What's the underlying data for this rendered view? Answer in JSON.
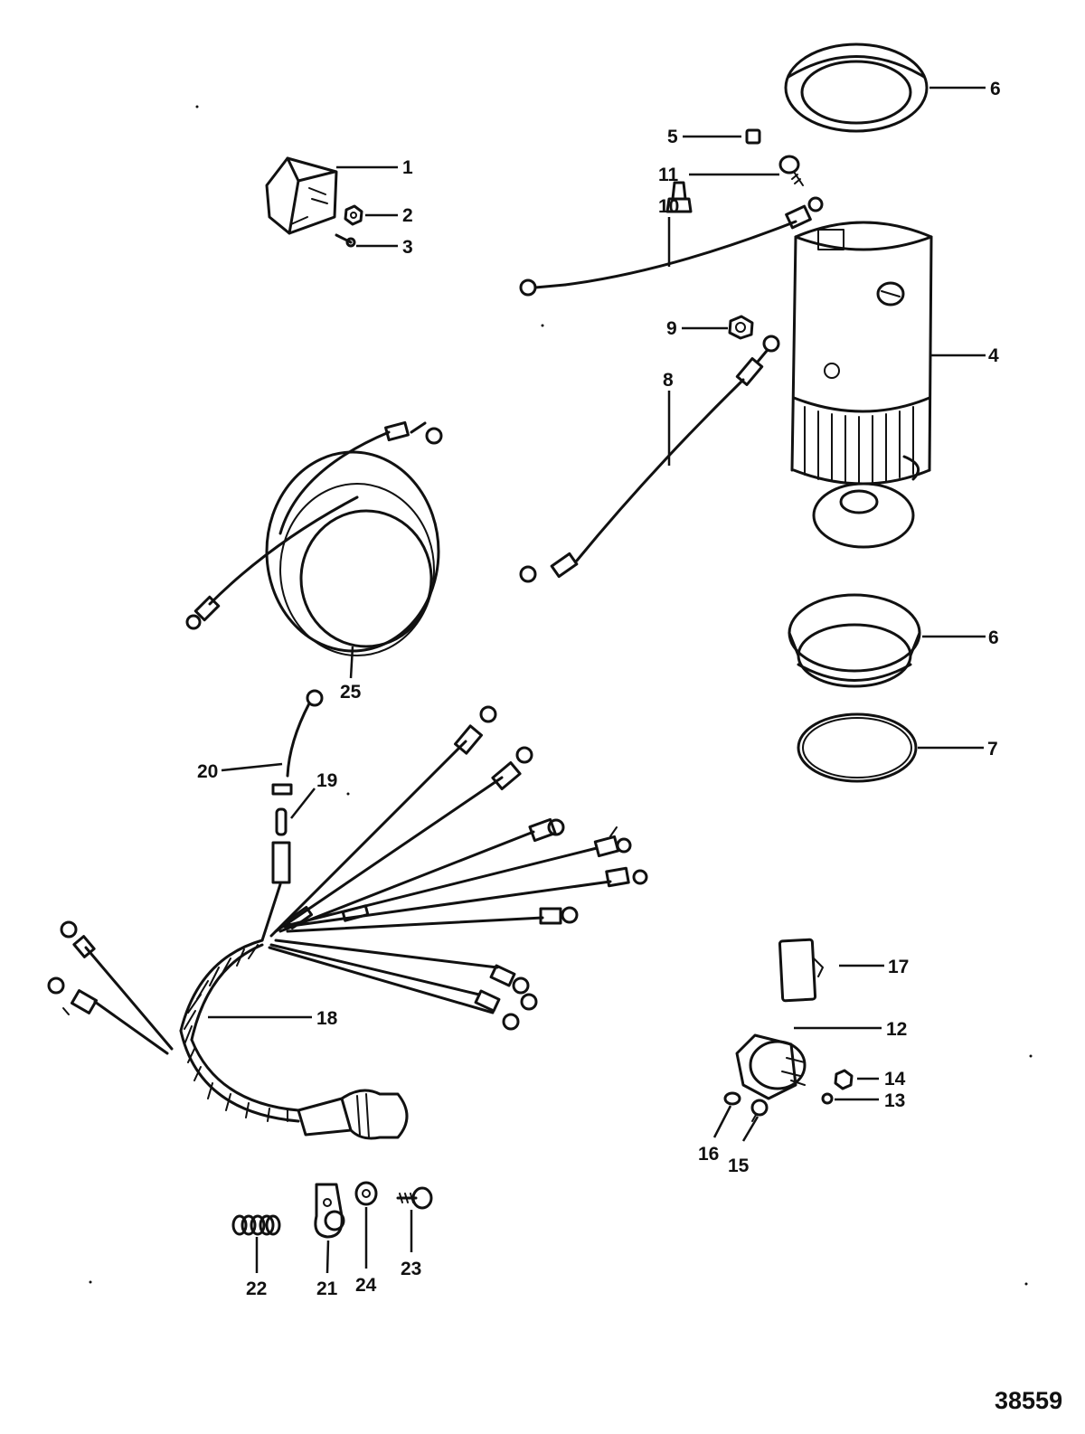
{
  "figure_number": "38559",
  "callouts": {
    "c1": "1",
    "c2": "2",
    "c3": "3",
    "c4": "4",
    "c5": "5",
    "c6a": "6",
    "c6b": "6",
    "c7": "7",
    "c8": "8",
    "c9": "9",
    "c10": "10",
    "c11": "11",
    "c12": "12",
    "c13": "13",
    "c14": "14",
    "c15": "15",
    "c16": "16",
    "c17": "17",
    "c18": "18",
    "c19": "19",
    "c20": "20",
    "c21": "21",
    "c22": "22",
    "c23": "23",
    "c24": "24",
    "c25": "25"
  }
}
